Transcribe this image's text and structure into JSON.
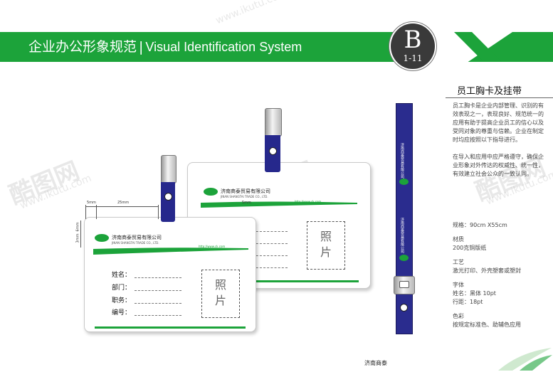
{
  "header": {
    "title_cn": "企业办公形象规范",
    "title_sep": "|",
    "title_en": "Visual Identification System",
    "badge_letter": "B",
    "badge_code": "1-11"
  },
  "watermark": {
    "brand": "酷图网",
    "url": "www.ikutu.com"
  },
  "colors": {
    "brand_green": "#1ca33a",
    "lanyard_blue": "#26288c"
  },
  "front_card": {
    "company_cn": "济南商泰贸易有限公司",
    "company_en": "JINAN SHANGTAI TRADE CO., LTD.",
    "url": "http://www.ck.com",
    "fields": [
      "姓名：",
      "部门：",
      "职务：",
      "编号："
    ],
    "photo_label_1": "照",
    "photo_label_2": "片"
  },
  "back_card": {
    "company_cn": "济南商泰贸易有限公司",
    "company_en": "JINAN SHANGTAI TRADE CO., LTD.",
    "url": "http://www.ck.com",
    "photo_label_1": "照",
    "photo_label_2": "片"
  },
  "dimensions": {
    "d1": "5mm",
    "d2": "25mm",
    "d3": "5mm",
    "d4": "6mm",
    "d5": "3mm"
  },
  "lanyard": {
    "text": "济南商泰贸易有限公司"
  },
  "right_panel": {
    "title": "员工胸卡及挂带",
    "para1": "员工胸卡是企业内部管理、识别的有效表现之一，表现良好、规范统一的应用有助于提高企业员工的信心以及受同对象的尊重与信赖。企业在制定时均应按照以下指导进行。",
    "para2": "在导入和应用中应严格遵守，确保企业形象对外传达的权威性、统一性，有效建立社会公众的一致认同。",
    "spec": "规格：90cm X55cm",
    "material_label": "材质",
    "material_value": "200克铜版纸",
    "process_label": "工艺",
    "process_value": "激光打印、外壳塑套或塑封",
    "font_label": "字体",
    "font_value_1": "姓名：黑体 10pt",
    "font_value_2": "行距：18pt",
    "color_label": "色彩",
    "color_value": "按规定标准色、助辅色应用"
  },
  "footer": {
    "text": "济南商泰"
  }
}
